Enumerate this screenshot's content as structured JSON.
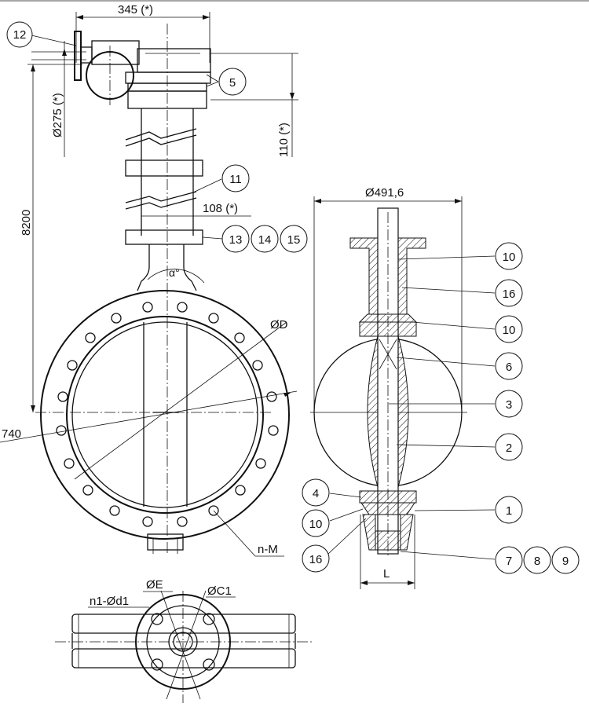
{
  "dimensions": {
    "top_width": "345 (*)",
    "height_8200": "8200",
    "handwheel_dia": "Ø275 (*)",
    "height_110": "110 (*)",
    "width_108": "108 (*)",
    "angle": "α°",
    "dia_D": "ØD",
    "dim_740": "740",
    "bolt_note": "n-M",
    "disc_dia": "Ø491,6",
    "face_len": "L",
    "bottom_holes": "n1-Ød1",
    "dia_E": "ØE",
    "dia_C1": "ØC1"
  },
  "left_balloons": [
    "12",
    "5",
    "11",
    "13",
    "14",
    "15"
  ],
  "right_balloons": [
    "10",
    "16",
    "10",
    "6",
    "3",
    "2",
    "1",
    "7",
    "8",
    "9"
  ],
  "right_left_balloons": [
    "4",
    "10",
    "16"
  ]
}
